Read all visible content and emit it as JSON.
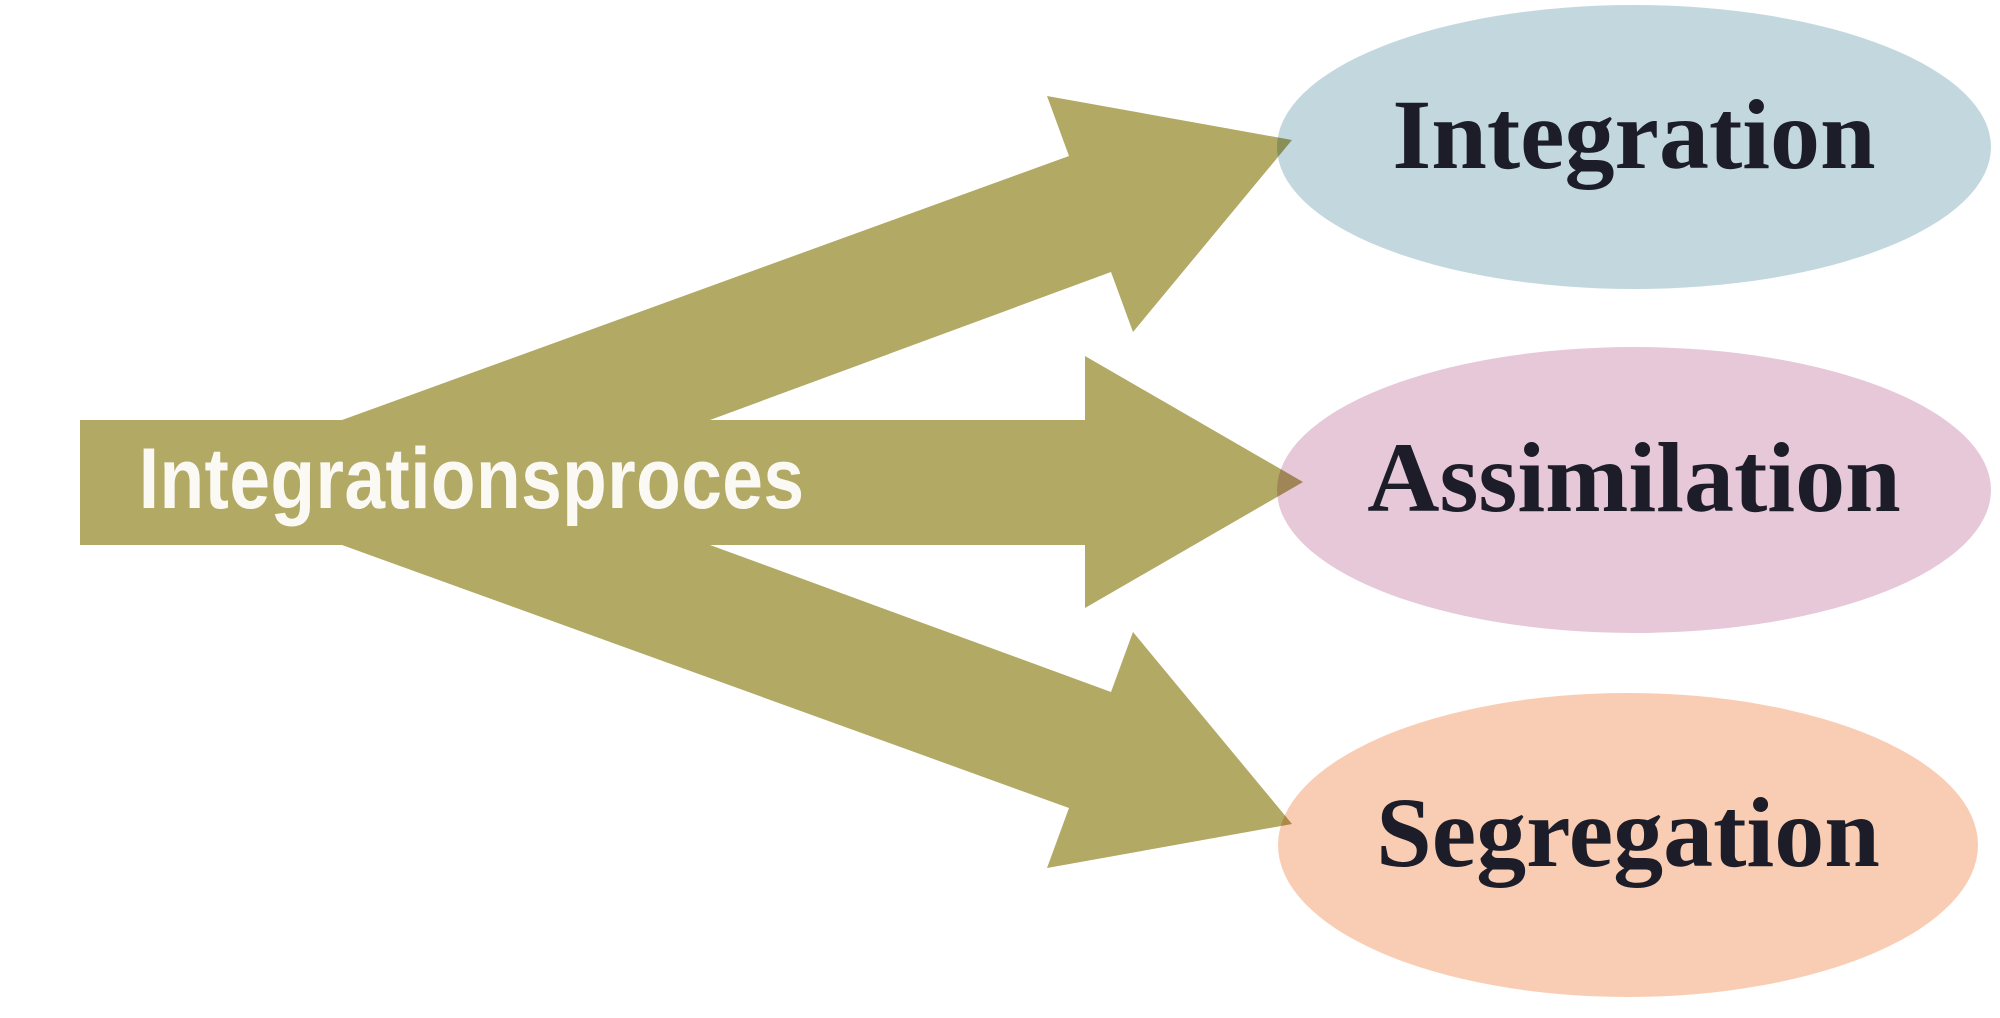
{
  "diagram": {
    "background_color": "#ffffff",
    "arrow_color": "#b2a965",
    "source": {
      "label": "Integrationsproces",
      "text_color": "#fbf9f3"
    },
    "targets": [
      {
        "label": "Integration",
        "fill": "#c3d8de",
        "text_color": "#1c1d28"
      },
      {
        "label": "Assimilation",
        "fill": "#e6c8d9",
        "text_color": "#1c1d28"
      },
      {
        "label": "Segregation",
        "fill": "#f9cdb3",
        "text_color": "#1c1d28"
      }
    ]
  }
}
